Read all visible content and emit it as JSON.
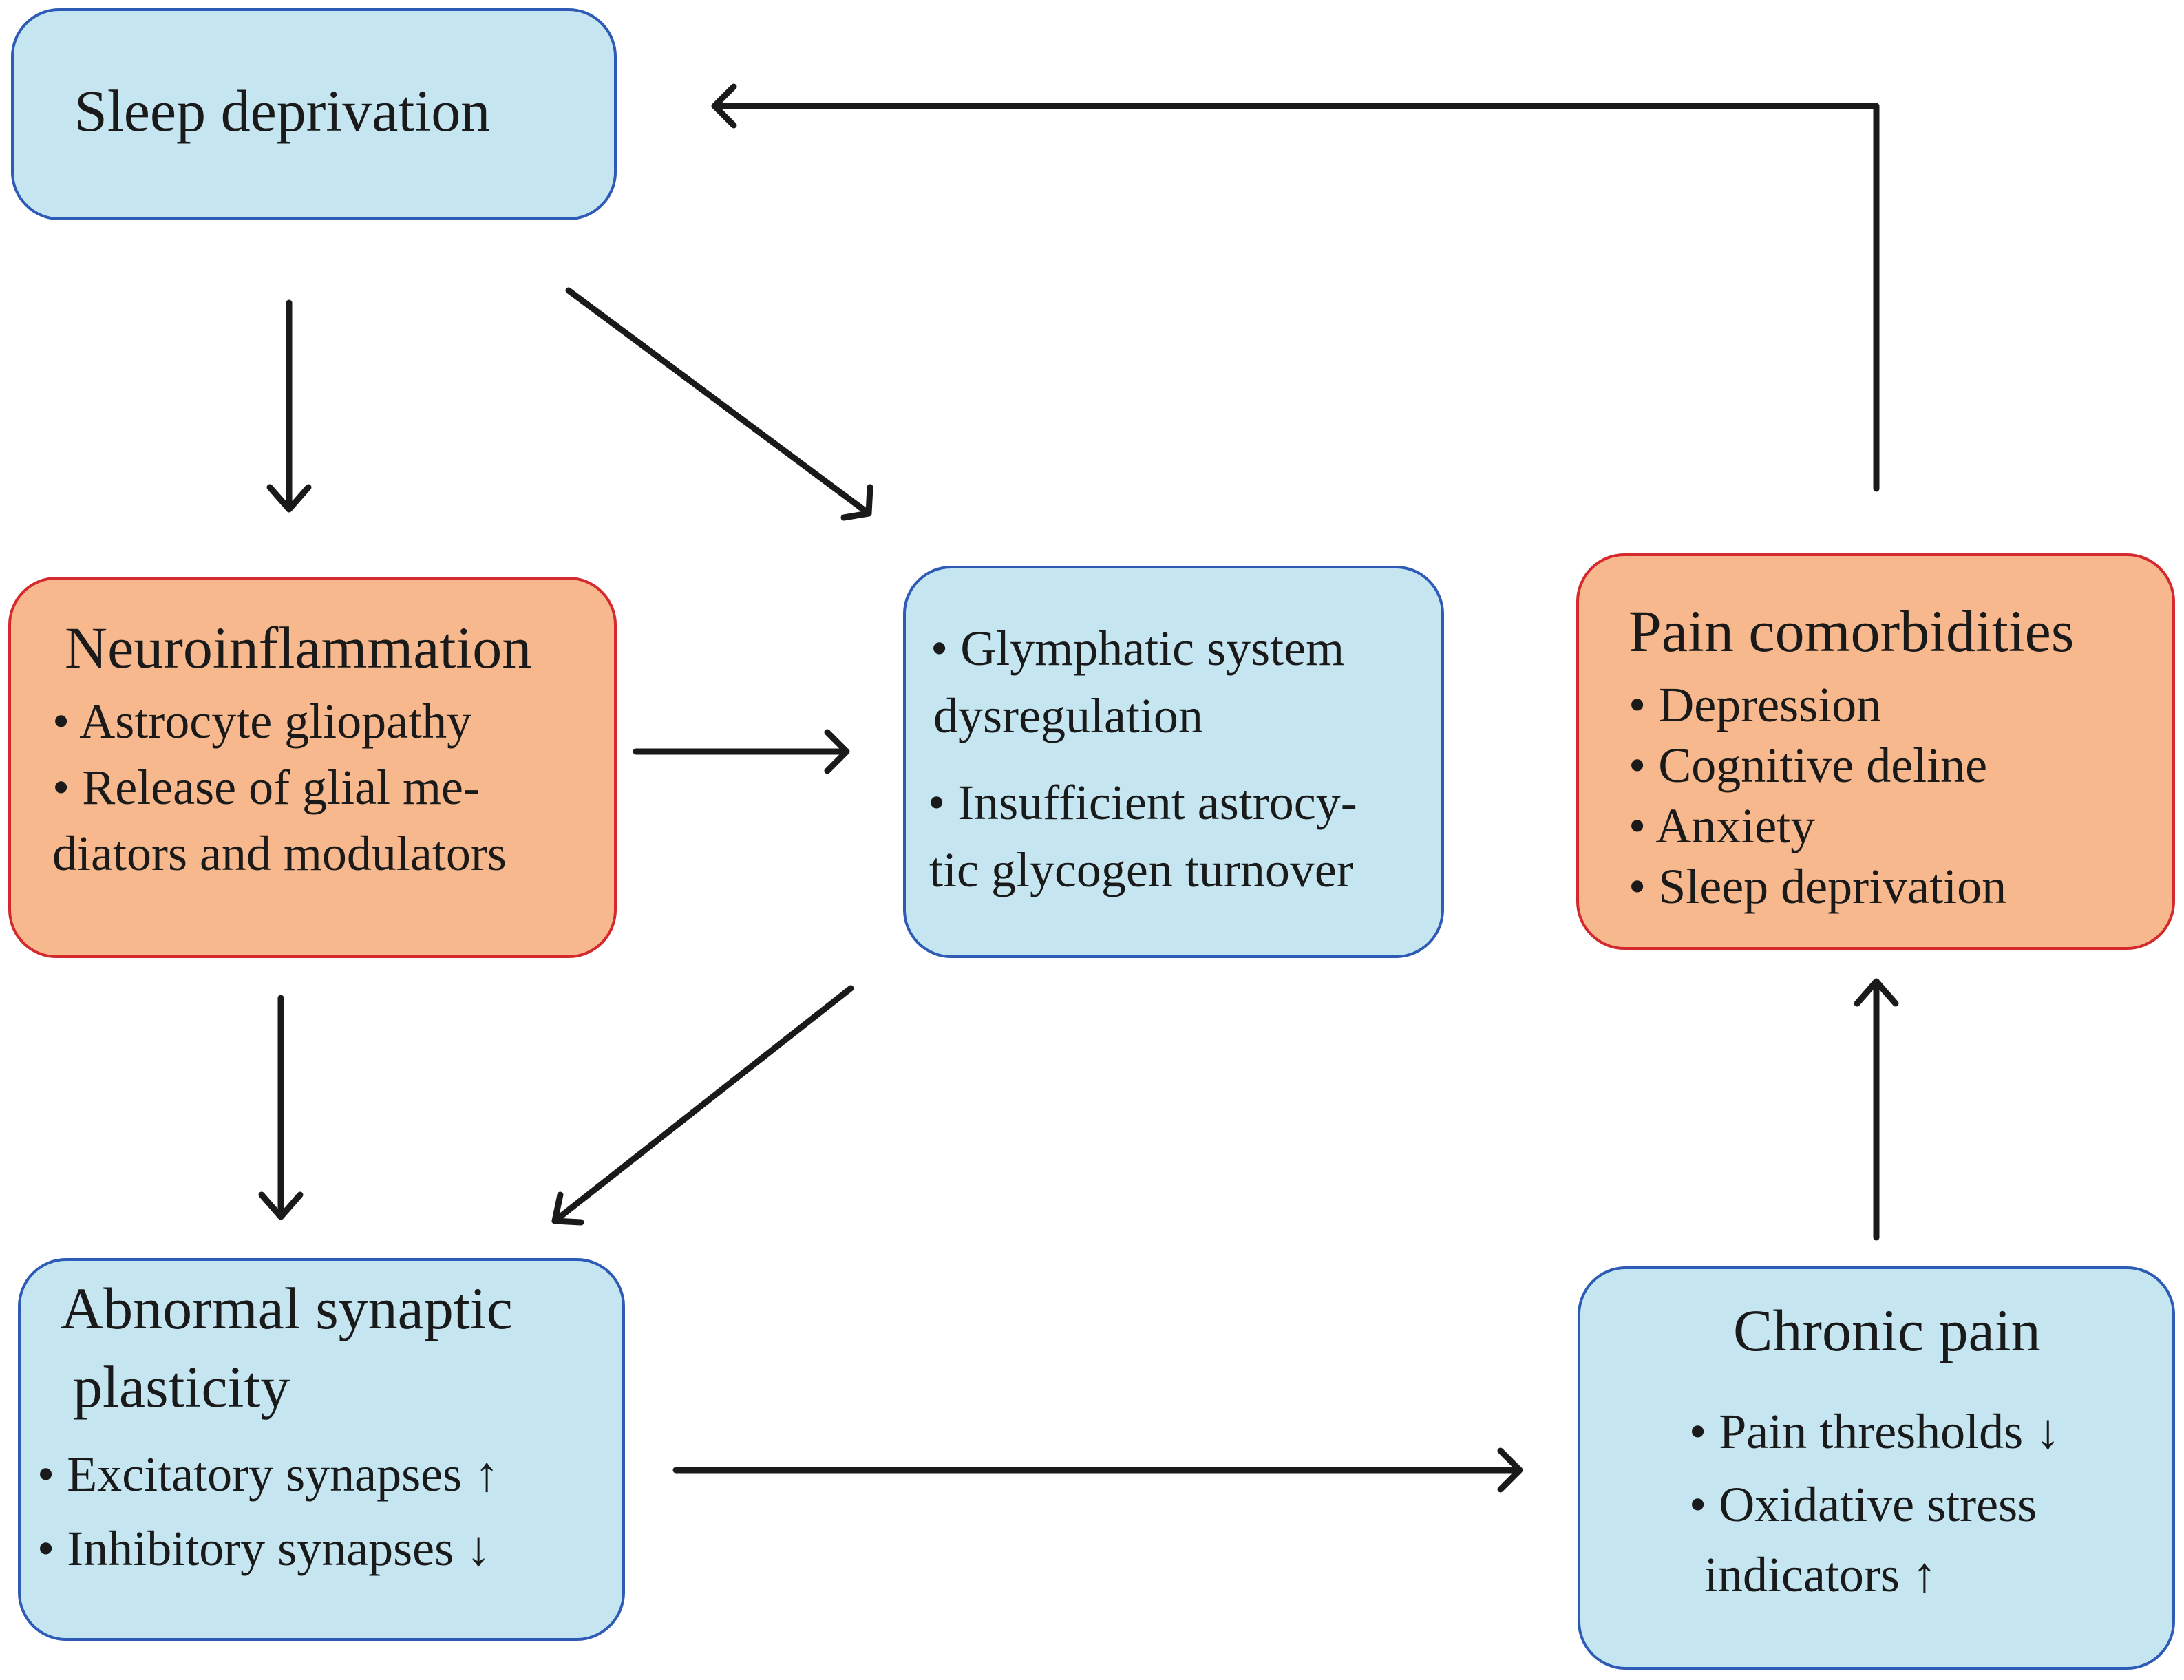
{
  "diagram": {
    "sleep_deprivation": {
      "title": "Sleep deprivation"
    },
    "neuroinflammation": {
      "title": "Neuroinflammation",
      "bullet_1": "• Astrocyte gliopathy",
      "bullet_2_line_1": "• Release of glial me-",
      "bullet_2_line_2": "diators and modulators"
    },
    "glymphatic": {
      "bullet_1_line_1": "• Glymphatic system",
      "bullet_1_line_2": "dysregulation",
      "bullet_2_line_1": "• Insufficient astrocy-",
      "bullet_2_line_2": "tic glycogen turnover"
    },
    "pain_comorbidities": {
      "title": "Pain comorbidities",
      "items": [
        "• Depression",
        "• Cognitive deline",
        "• Anxiety",
        "• Sleep deprivation"
      ]
    },
    "synaptic_plasticity": {
      "title_line_1": "Abnormal synaptic",
      "title_line_2": "plasticity",
      "bullet_1": "• Excitatory synapses ↑",
      "bullet_2": "• Inhibitory synapses ↓"
    },
    "chronic_pain": {
      "title": "Chronic pain",
      "bullet_1": "• Pain thresholds ↓",
      "bullet_2_line_1": "• Oxidative stress",
      "bullet_2_line_2": "indicators  ↑"
    }
  },
  "colors": {
    "blue_fill": "#c5e6f1",
    "blue_border": "#2e5bb5",
    "orange_fill": "#f6b88c",
    "orange_border": "#d42a2e",
    "arrow": "#1a1a1a"
  }
}
